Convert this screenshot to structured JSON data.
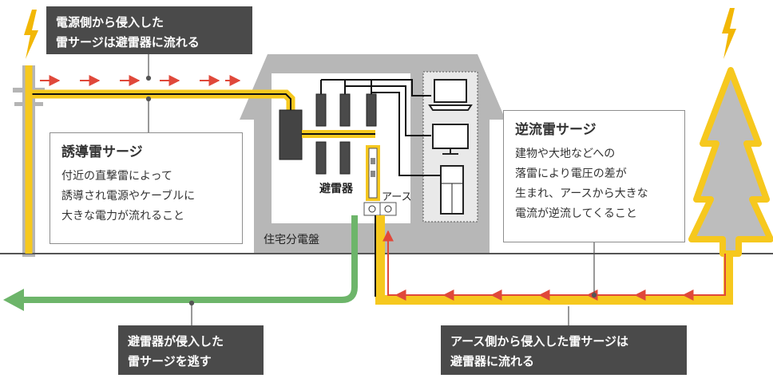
{
  "callouts": {
    "power_side": {
      "line1": "電源側から侵入した",
      "line2": "雷サージは避雷器に流れる"
    },
    "induced": {
      "title": "誘導雷サージ",
      "line1": "付近の直撃雷によって",
      "line2": "誘導され電源やケーブルに",
      "line3": "大きな電力が流れること"
    },
    "reverse": {
      "title": "逆流雷サージ",
      "line1": "建物や大地などへの",
      "line2": "落雷により電圧の差が",
      "line3": "生まれ、アースから大きな",
      "line4": "電流が逆流してくること"
    },
    "escape": {
      "line1": "避雷器が侵入した",
      "line2": "雷サージを逃す"
    },
    "earth_side": {
      "line1": "アース側から侵入した雷サージは",
      "line2": "避雷器に流れる"
    }
  },
  "labels": {
    "arrester": "避雷器",
    "earth": "アース",
    "panel": "住宅分電盤"
  },
  "colors": {
    "house": "#b5b5b5",
    "surge_yellow": "#f6c81e",
    "surge_arrow": "#e0483a",
    "escape_green": "#6db56a",
    "dark_box": "#4a4a4a",
    "lightning": "#f2b705",
    "ground": "#555555"
  },
  "icons": [
    "lightning-bolt-icon",
    "laptop-icon",
    "monitor-icon",
    "refrigerator-icon",
    "tree-icon",
    "utility-pole-icon",
    "breaker-icon",
    "arrester-icon"
  ]
}
